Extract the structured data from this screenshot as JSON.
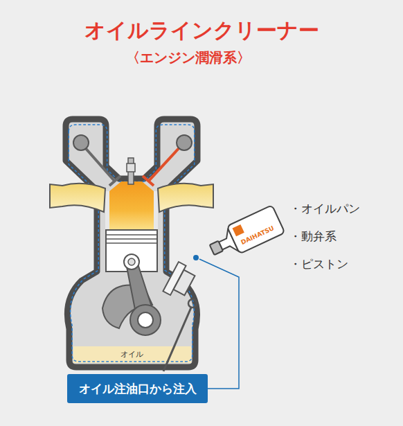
{
  "diagram": {
    "title": "オイルラインクリーナー",
    "nodes": [
      {
        "text": [
          "オイル注油口から注入"
        ]
      }
    ],
    "labels": [
      "〈エンジン潤滑系〉",
      "・オイルパン",
      "・動弁系",
      "・ピストン",
      "オイル",
      "DAIHATSU"
    ]
  }
}
